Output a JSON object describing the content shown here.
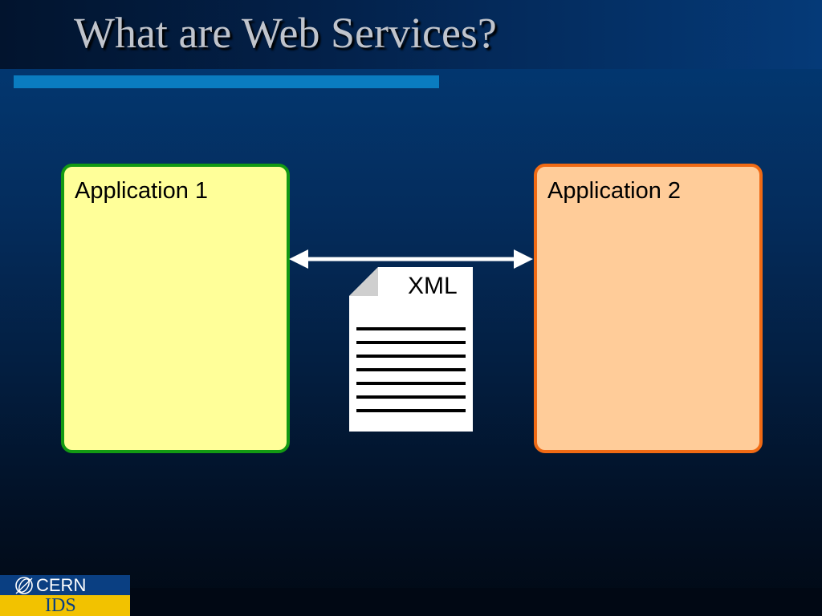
{
  "slide": {
    "title": "What are Web Services?"
  },
  "diagram": {
    "app1": {
      "label": "Application 1",
      "fill": "#ffff99",
      "border": "#139a13"
    },
    "app2": {
      "label": "Application 2",
      "fill": "#ffcc99",
      "border": "#f06a14"
    },
    "connector": {
      "type": "double-headed-arrow",
      "color": "#ffffff"
    },
    "document": {
      "label": "XML",
      "icon": "document-icon"
    }
  },
  "footer": {
    "logo": {
      "org": "CERN",
      "dept": "IDS",
      "icon": "cern-logo-icon",
      "top_color": "#0a3f82",
      "bottom_color": "#f2c200"
    }
  }
}
